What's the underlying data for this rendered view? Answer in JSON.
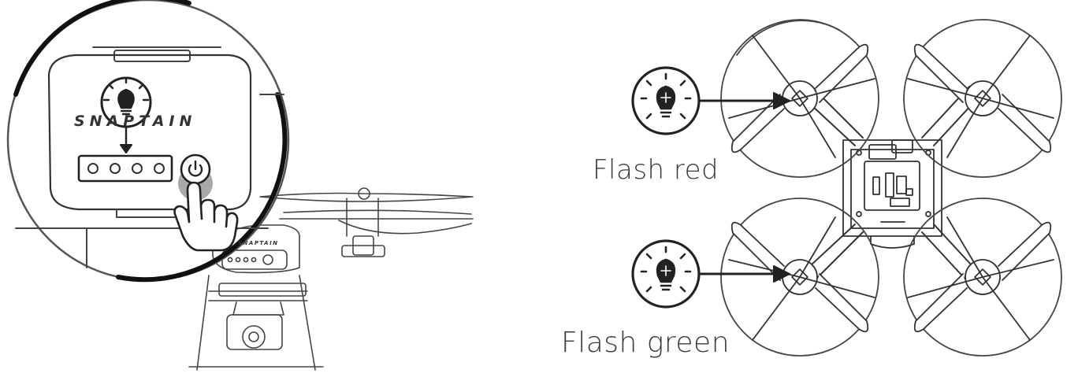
{
  "figure": {
    "brand_name": "SNAPTAIN",
    "labels": {
      "front_led": "Flash red",
      "rear_led": "Flash green"
    },
    "icons": {
      "led_indicator": "light-bulb-icon",
      "press_gesture": "hand-pointer-icon",
      "power_button": "power-icon"
    },
    "battery_led_count": 4
  }
}
